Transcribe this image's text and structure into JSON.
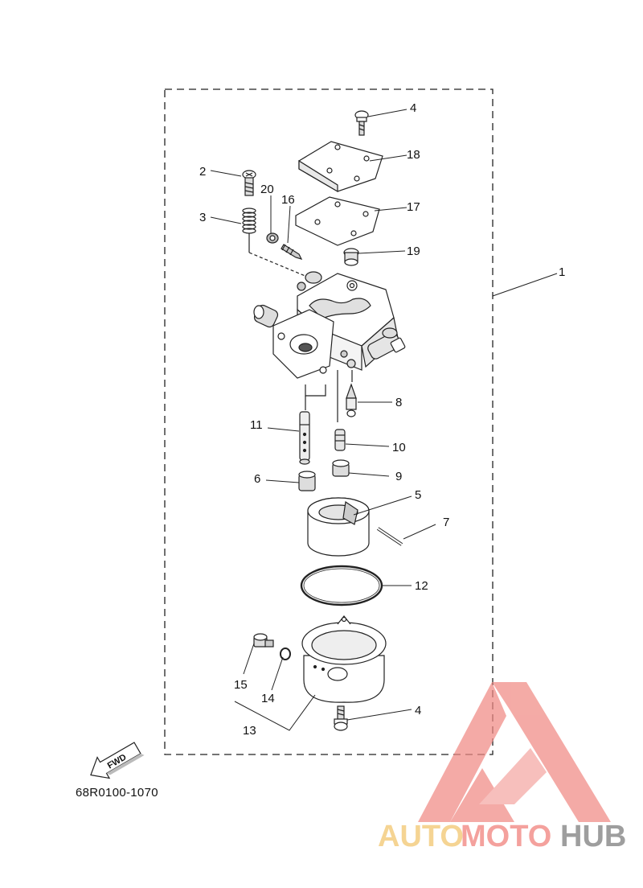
{
  "diagram": {
    "part_code": "68R0100-1070",
    "fwd_label": "FWD",
    "callouts": [
      "1",
      "2",
      "3",
      "4",
      "5",
      "6",
      "7",
      "8",
      "9",
      "10",
      "11",
      "12",
      "13",
      "14",
      "15",
      "16",
      "17",
      "18",
      "19",
      "20",
      "4"
    ]
  },
  "watermark": {
    "text_part1": "AUTO",
    "text_part2": "MOTO",
    "text_part3": "HUB",
    "colors": {
      "auto": "#f2c46a",
      "moto": "#f07e78",
      "hub": "#7a7a7a",
      "triangle": "#f08a84"
    }
  }
}
